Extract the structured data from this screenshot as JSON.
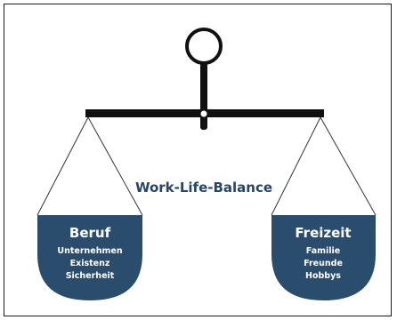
{
  "title": "Work-Life-Balance",
  "left_pan": {
    "heading": "Beruf",
    "items": [
      "Unternehmen",
      "Existenz",
      "Sicherheit"
    ]
  },
  "right_pan": {
    "heading": "Freizeit",
    "items": [
      "Familie",
      "Freunde",
      "Hobbys"
    ]
  },
  "colors": {
    "pan_fill": "#2a4d6e",
    "beam": "#111111",
    "title_text": "#23466a"
  }
}
